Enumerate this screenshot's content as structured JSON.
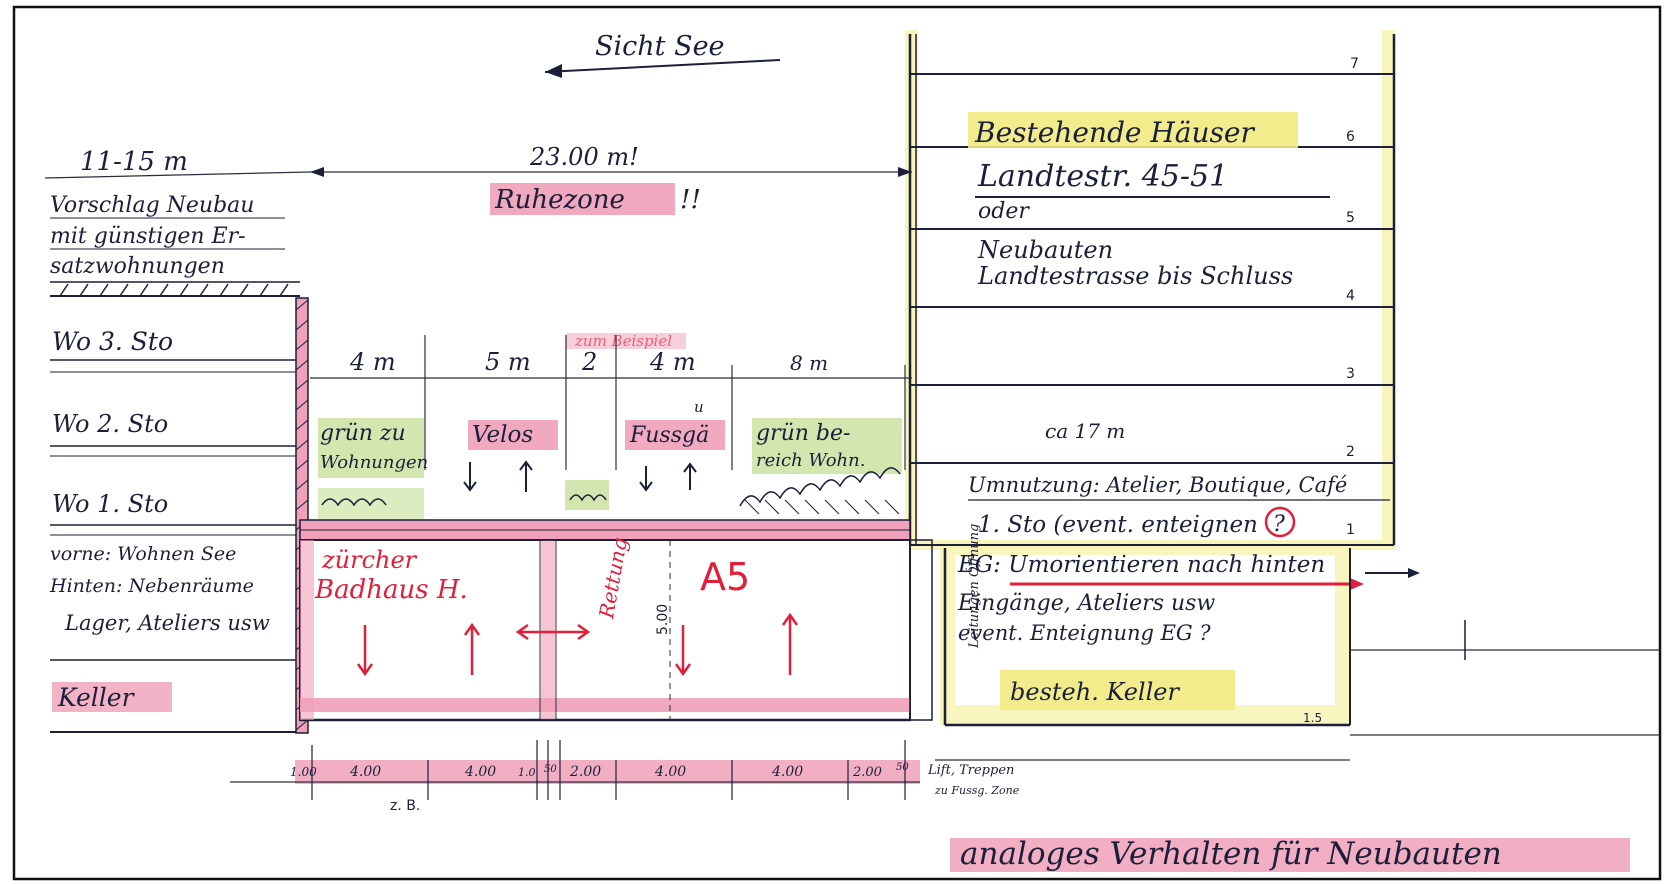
{
  "colors": {
    "ink": "#1b1f3a",
    "pink_highlight": "#f0a0b8",
    "red_ink": "#e0203a",
    "yellow_highlight": "#f4f09a",
    "green_highlight": "#cfe3a6"
  },
  "top": {
    "sight_label": "Sicht See",
    "width_new": "11-15 m",
    "width_zone": "23.00 m!",
    "zone_label": "Ruhezone",
    "zone_mark": "!!",
    "example": "zum Beispiel"
  },
  "left": {
    "proposal_lines": [
      "Vorschlag Neubau",
      "mit günstigen Er-",
      "satzwohnungen"
    ],
    "floors": [
      "Wo 3. Sto",
      "Wo 2. Sto",
      "Wo 1. Sto"
    ],
    "ground_lines": [
      "vorne: Wohnen See",
      "Hinten: Nebenräume",
      "Lager, Ateliers usw"
    ],
    "cellar": "Keller"
  },
  "center": {
    "segments": [
      {
        "width": "4 m",
        "line1": "grün zu",
        "line2": "Wohnungen"
      },
      {
        "width": "5 m",
        "line1": "Velos",
        "line2": ""
      },
      {
        "width": "2",
        "line1": "",
        "line2": ""
      },
      {
        "width": "4 m",
        "line1": "Fussgä",
        "line2": "u"
      },
      {
        "width": "8 m",
        "line1": "grün be-",
        "line2": "reich Wohn."
      }
    ],
    "bath_label": [
      "zürcher",
      "Badhaus H."
    ],
    "rescue_label": "Rettung",
    "lane_label": "A5",
    "height_label": "5.00",
    "side_label": "Leitungen Öffnung"
  },
  "right": {
    "existing_lines": [
      "Bestehende Häuser",
      "Landtestr. 45-51",
      "oder",
      "Neubauten",
      "Landtestrasse bis Schluss"
    ],
    "depth": "ca 17 m",
    "use_line": "Umnutzung: Atelier, Boutique, Café",
    "first_floor": "1. Sto (event. enteignen",
    "question": "?",
    "eg_lines": [
      "EG: Umorientieren nach hinten",
      "Eingänge, Ateliers usw",
      "event. Enteignung EG ?"
    ],
    "cellar": "besteh. Keller",
    "floor_numbers": [
      "7",
      "6",
      "5",
      "4",
      "3",
      "2",
      "1"
    ],
    "bottom_mark": "1.5"
  },
  "bottom": {
    "dims": [
      "1.00",
      "4.00",
      "4.00",
      "1.0",
      "50",
      "2.00",
      "4.00",
      "4.00",
      "2.00",
      "50"
    ],
    "lift": "Lift, Treppen",
    "lift2": "zu Fussg. Zone",
    "eb": "z. B.",
    "footer": "analoges Verhalten für Neubauten"
  }
}
